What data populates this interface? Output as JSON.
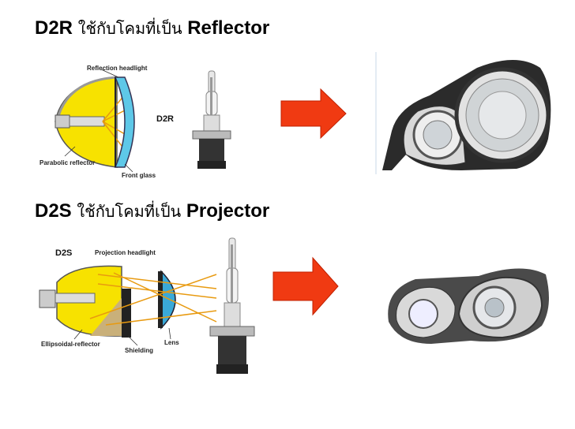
{
  "reflector_section": {
    "title_code": "D2R",
    "title_thai": "ใช้กับโคมที่เป็น",
    "title_type": "Reflector",
    "diagram": {
      "caption": "Reflection headlight",
      "bulb_code": "D2R",
      "label_reflector": "Parabolic reflector",
      "label_glass": "Front glass"
    }
  },
  "projector_section": {
    "title_code": "D2S",
    "title_thai": "ใช้กับโคมที่เป็น",
    "title_type": "Projector",
    "diagram": {
      "bulb_code": "D2S",
      "caption": "Projection headlight",
      "label_reflector": "Ellipsoidal-reflector",
      "label_shielding": "Shielding",
      "label_lens": "Lens"
    }
  },
  "colors": {
    "arrow": "#f03a12",
    "reflector_yellow": "#f7e200",
    "glass_blue": "#5ec8e8",
    "ray_orange": "#e89a10"
  }
}
